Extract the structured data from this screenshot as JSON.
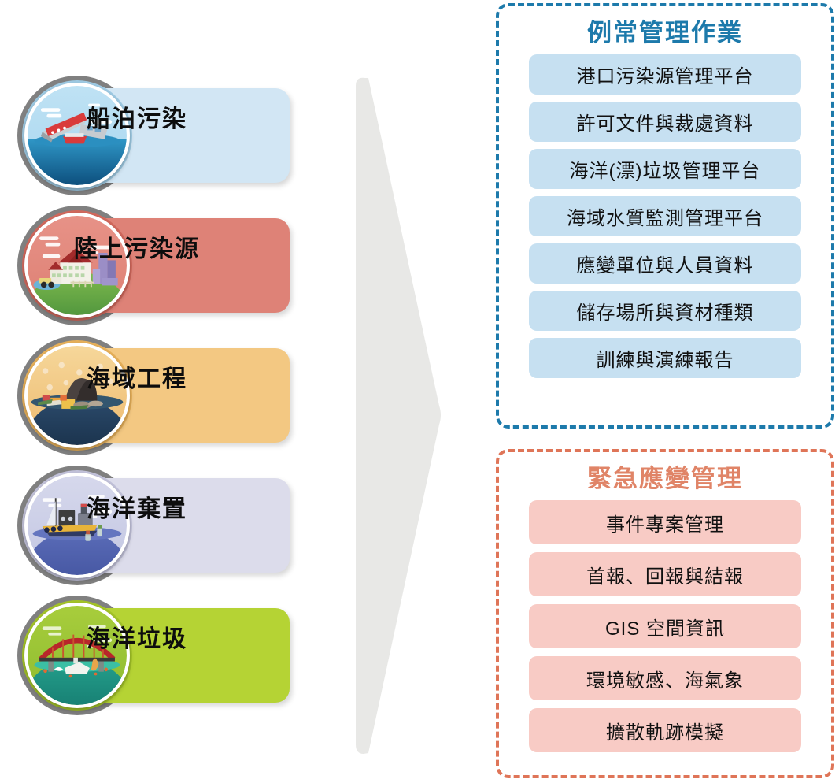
{
  "left_column": {
    "items": [
      {
        "label": "船泊污染",
        "pill_color": "#d2e6f4",
        "ring_accent": "#9fcbe4",
        "icon": "sinking-ship-icon"
      },
      {
        "label": "陸上污染源",
        "pill_color": "#de8277",
        "ring_accent": "#d2695d",
        "icon": "coastal-town-factory-icon"
      },
      {
        "label": "海域工程",
        "pill_color": "#f3c882",
        "ring_accent": "#e8b15a",
        "icon": "marine-construction-debris-icon"
      },
      {
        "label": "海洋棄置",
        "pill_color": "#dcdceb",
        "ring_accent": "#c3c3db",
        "icon": "dumping-boat-icon"
      },
      {
        "label": "海洋垃圾",
        "pill_color": "#b5d334",
        "ring_accent": "#a4c428",
        "icon": "bridge-river-litter-icon"
      }
    ]
  },
  "flow_arrow": {
    "name": "right-pointing-chevron",
    "color": "#e8e8e6"
  },
  "panels": [
    {
      "id": "routine",
      "title": "例常管理作業",
      "accent": "#1d7aab",
      "item_color": "#c6e0f1",
      "items": [
        "港口污染源管理平台",
        "許可文件與裁處資料",
        "海洋(漂)垃圾管理平台",
        "海域水質監測管理平台",
        "應變單位與人員資料",
        "儲存場所與資材種類",
        "訓練與演練報告"
      ]
    },
    {
      "id": "emergency",
      "title": "緊急應變管理",
      "accent": "#df7558",
      "item_color": "#f8cbc5",
      "items": [
        "事件專案管理",
        "首報、回報與結報",
        "GIS 空間資訊",
        "環境敏感、海氣象",
        "擴散軌跡模擬"
      ]
    }
  ]
}
